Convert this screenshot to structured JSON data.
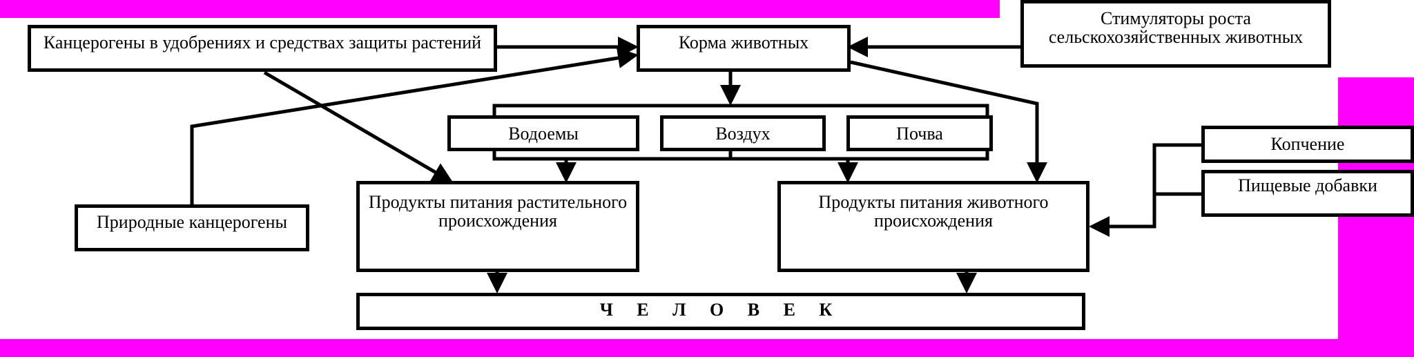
{
  "nodes": {
    "carcinogens_fertilizers": "Канцерогены в удобрениях и средствах защиты растений",
    "animal_feed": "Корма животных",
    "growth_stimulators": "Стимуляторы роста сельскохозяйственных животных",
    "water_bodies": "Водоемы",
    "air": "Воздух",
    "soil": "Почва",
    "smoking": "Копчение",
    "food_additives": "Пищевые добавки",
    "plant_food": "Продукты питания растительного происхождения",
    "animal_food": "Продукты питания животного происхождения",
    "natural_carcinogens": "Природные канцерогены",
    "human": "Ч Е Л О В Е К"
  },
  "colors": {
    "frame": "#ff00ff",
    "background": "#ffffff",
    "line": "#000000"
  }
}
